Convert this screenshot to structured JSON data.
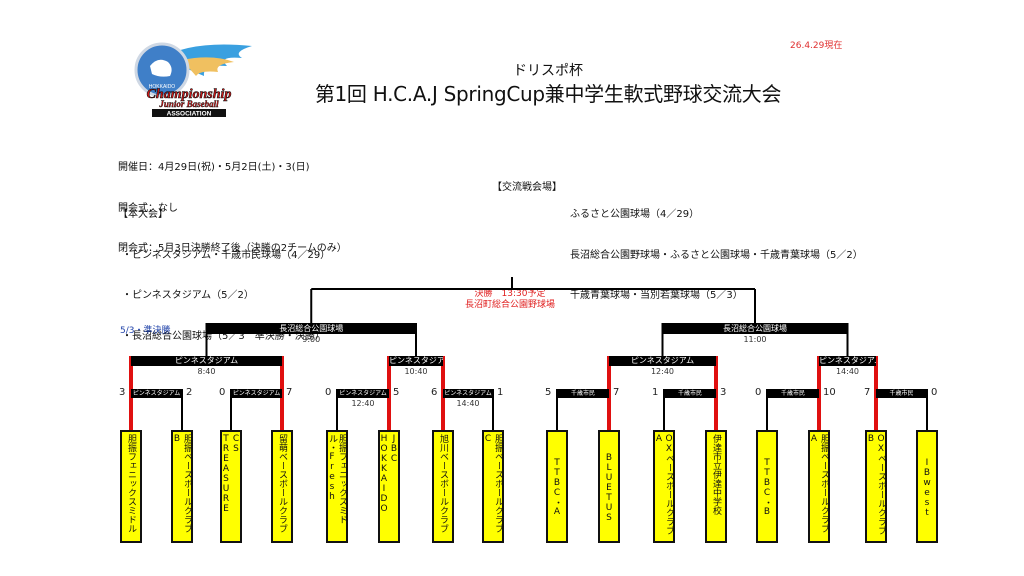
{
  "header": {
    "as_of": "26.4.29現在",
    "subtitle": "ドリスポ杯",
    "title": "第1回 H.C.A.J SpringCup兼中学生軟式野球交流大会",
    "logo": {
      "line1": "HOKKAIDO",
      "line2": "Championship",
      "line3": "Junior Baseball",
      "line4": "ASSOCIATION"
    }
  },
  "info": {
    "dates": "開催日：4月29日(祝)・5月2日(土)・3(日)",
    "opening": "開会式：なし",
    "closing": "閉会式：5月3日決勝終了後（決勝の2チームのみ）",
    "main_heading": "【本大会】",
    "main_venues": [
      "・ピンネスタジアム・千歳市民球場（4／29）",
      "・ピンネスタジアム（5／2）",
      "・長沼総合公園球場（5／3　準決勝・決勝）"
    ],
    "exchange_heading": "【交流戦会場】",
    "exchange_venues": [
      "ふるさと公園球場（4／29）",
      "長沼総合公園野球場・ふるさと公園球場・千歳青葉球場（5／2）",
      "千歳青葉球場・当別若葉球場（5／3）"
    ]
  },
  "bracket": {
    "semi_label": "5/3・準決勝",
    "final": {
      "label": "決勝　13:30予定",
      "venue": "長沼町総合公園野球場"
    },
    "semis": [
      {
        "venue": "長沼総合公園球場",
        "time": "9:00"
      },
      {
        "venue": "長沼総合公園球場",
        "time": "11:00"
      }
    ],
    "quarters": [
      {
        "venue": "ピンネスタジアム",
        "time": "8:40"
      },
      {
        "venue": "ピンネスタジアム",
        "time": "10:40"
      },
      {
        "venue": "ピンネスタジアム",
        "time": "12:40"
      },
      {
        "venue": "ピンネスタジアム",
        "time": "14:40"
      }
    ],
    "first_round": [
      {
        "venue": "ピンネスタジアム",
        "time": "",
        "score_left": "3",
        "score_right": "2",
        "winner": "left"
      },
      {
        "venue": "ピンネスタジアム",
        "time": "",
        "score_left": "0",
        "score_right": "7",
        "winner": "right"
      },
      {
        "venue": "ピンネスタジアム",
        "time": "12:40",
        "score_left": "0",
        "score_right": "5",
        "winner": "right"
      },
      {
        "venue": "ピンネスタジアム",
        "time": "14:40",
        "score_left": "6",
        "score_right": "1",
        "winner": "left"
      },
      {
        "venue": "千歳市民",
        "time": "",
        "score_left": "5",
        "score_right": "7",
        "winner": "right"
      },
      {
        "venue": "千歳市民",
        "time": "",
        "score_left": "1",
        "score_right": "3",
        "winner": "right"
      },
      {
        "venue": "千歳市民",
        "time": "",
        "score_left": "0",
        "score_right": "10",
        "winner": "right"
      },
      {
        "venue": "千歳市民",
        "time": "",
        "score_left": "7",
        "score_right": "0",
        "winner": "left"
      }
    ],
    "teams": [
      "胆振フェニックスミドル",
      "胆振ベースボールクラブB",
      "CS TREASURE",
      "留萌ベースボールクラブ",
      "胆振フェニックスミドル・Fresh",
      "JBC HOKKAIDO",
      "旭川ベースボールクラブ",
      "胆振ベースボールクラブC",
      "TTBC・A",
      "BLUETUS",
      "OXベースボールクラブA",
      "伊達市立伊達中学校",
      "TTBC・B",
      "胆振ベースボールクラブA",
      "OXベースボールクラブB",
      "IBwest"
    ],
    "colors": {
      "winner_line": "#e01010",
      "line": "#000000",
      "team_fill": "#ffff00",
      "final_text": "#e02020",
      "semi_label": "#2244aa"
    }
  }
}
